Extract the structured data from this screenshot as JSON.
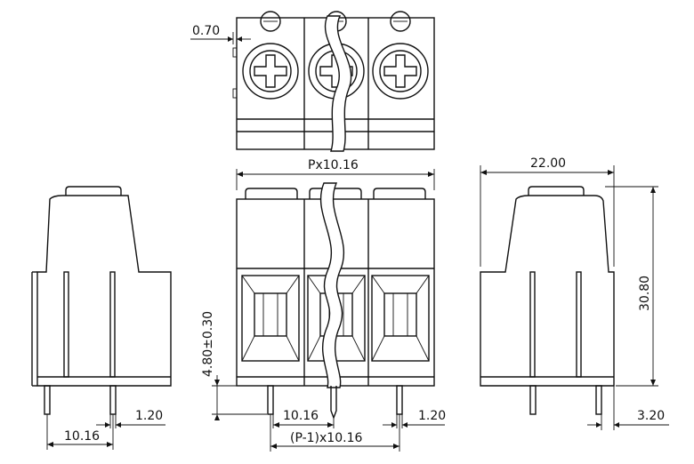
{
  "dimensions": {
    "gap": "0.70",
    "pitch_total": "Px10.16",
    "width": "22.00",
    "height": "30.80",
    "pin_offset": "4.80±0.30",
    "pitch_side": "10.16",
    "pin_width_side": "1.20",
    "pitch_front": "10.16",
    "pin_width_front": "1.20",
    "pitch_span": "(P-1)x10.16",
    "pin_offset_right": "3.20"
  }
}
